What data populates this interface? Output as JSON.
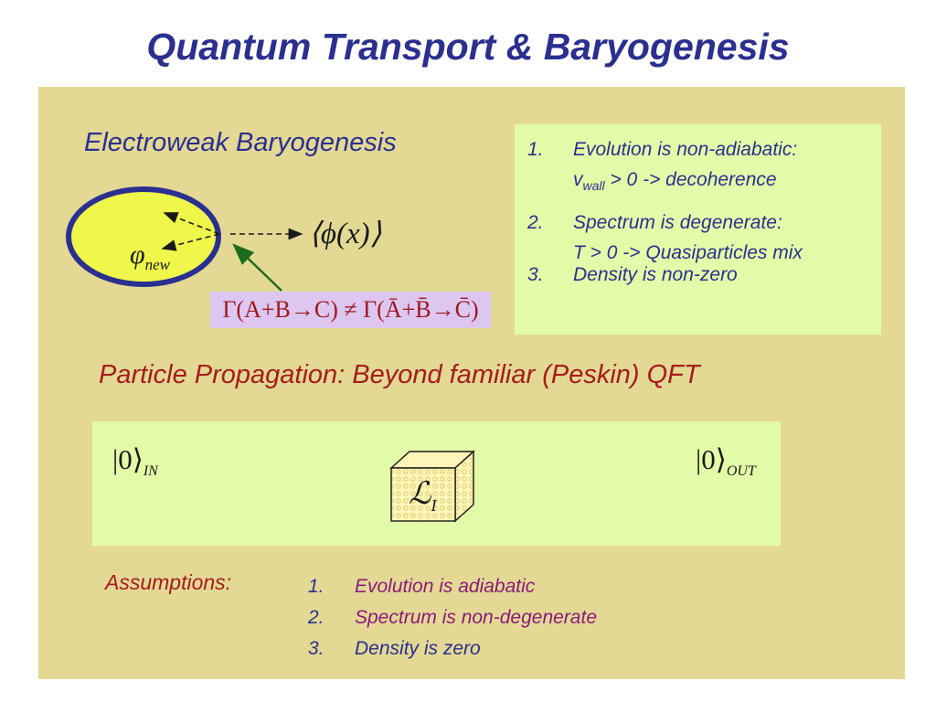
{
  "title": "Quantum Transport & Baryogenesis",
  "electroweak": {
    "heading": "Electroweak Baryogenesis",
    "phi_new": "φ",
    "phi_new_sub": "new",
    "vev": "⟨ϕ(x)⟩",
    "rate_equation": "Γ(A+B→C) ≠ Γ(Ā+B̄→C̄)"
  },
  "top_list": [
    {
      "num": "1.",
      "line1": "Evolution is non-adiabatic:",
      "line2_pre": "v",
      "line2_sub": "wall",
      "line2_post": " > 0 -> decoherence"
    },
    {
      "num": "2.",
      "line1": "Spectrum is degenerate:",
      "line2": "T > 0 -> Quasiparticles mix"
    },
    {
      "num": "3.",
      "line1": "Density is non-zero"
    }
  ],
  "propagation": {
    "heading": "Particle Propagation: Beyond familiar (Peskin) QFT",
    "in_state": "|0⟩",
    "in_sub": "IN",
    "out_state": "|0⟩",
    "out_sub": "OUT",
    "lagrangian": "ℒ",
    "lagrangian_sub": "I"
  },
  "assumptions": {
    "label": "Assumptions:",
    "items": [
      {
        "num": "1.",
        "text": "Evolution is adiabatic"
      },
      {
        "num": "2.",
        "text": "Spectrum is non-degenerate"
      },
      {
        "num": "3.",
        "text": "Density is zero"
      }
    ]
  },
  "colors": {
    "title": "#2b2f8f",
    "panel": "#e3d894",
    "box": "#e3fba8",
    "list_text": "#2b2f8f",
    "assumption_text": "#8a1a7a",
    "heading_red": "#a61c1c"
  }
}
